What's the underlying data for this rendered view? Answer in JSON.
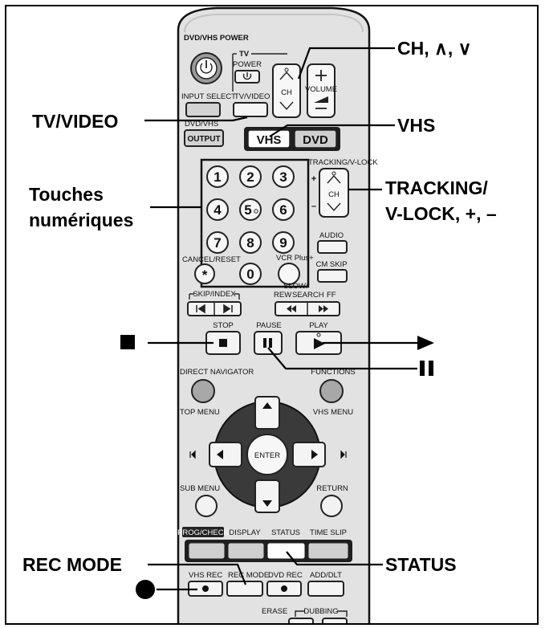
{
  "callouts": {
    "ch": "CH, ∧, ∨",
    "tv_video": "TV/VIDEO",
    "vhs": "VHS",
    "numeric_line1": "Touches",
    "numeric_line2": "numériques",
    "tracking_line1": "TRACKING/",
    "tracking_line2": "V-LOCK, +, –",
    "rec_mode": "REC MODE",
    "status": "STATUS"
  },
  "remote": {
    "power_label": "DVD/VHS POWER",
    "tv_label": "TV",
    "tv_power_label": "POWER",
    "ch_label": "CH",
    "volume_label": "VOLUME",
    "input_select_label": "INPUT SELECT",
    "tv_video_label": "TV/VIDEO",
    "dvd_vhs_label": "DVD/VHS",
    "output_label": "OUTPUT",
    "vhs_button": "VHS",
    "dvd_button": "DVD",
    "tracking_label": "TRACKING/V-LOCK",
    "digits": [
      "1",
      "2",
      "3",
      "4",
      "5",
      "6",
      "7",
      "8",
      "9",
      "0"
    ],
    "cancel_label": "CANCEL/RESET",
    "audio_label": "AUDIO",
    "vcr_plus_label": "VCR Plus+",
    "cm_skip_label": "CM SKIP",
    "skip_index_label": "SKIP/INDEX",
    "slow_search_label": "SLOW/",
    "rew_label": "REW",
    "search_label": "SEARCH",
    "ff_label": "FF",
    "stop_label": "STOP",
    "pause_label": "PAUSE",
    "play_label": "PLAY",
    "direct_navigator_label": "DIRECT NAVIGATOR",
    "functions_label": "FUNCTIONS",
    "top_menu_label": "TOP MENU",
    "vhs_menu_label": "VHS MENU",
    "enter_label": "ENTER",
    "sub_menu_label": "SUB MENU",
    "return_label": "RETURN",
    "prog_check_label": "PROG/CHECK",
    "display_label": "DISPLAY",
    "status_label": "STATUS",
    "time_slip_label": "TIME SLIP",
    "vhs_rec_label": "VHS REC",
    "rec_mode_label": "REC MODE",
    "dvd_rec_label": "DVD REC",
    "add_dlt_label": "ADD/DLT",
    "erase_label": "ERASE",
    "dubbing_label": "DUBBING"
  },
  "colors": {
    "remote_body": "#e2e2e2",
    "button_gray": "#d3d3d3",
    "button_light": "#f4f4f4",
    "dpad": "#3a3a3a",
    "line": "#000000"
  }
}
